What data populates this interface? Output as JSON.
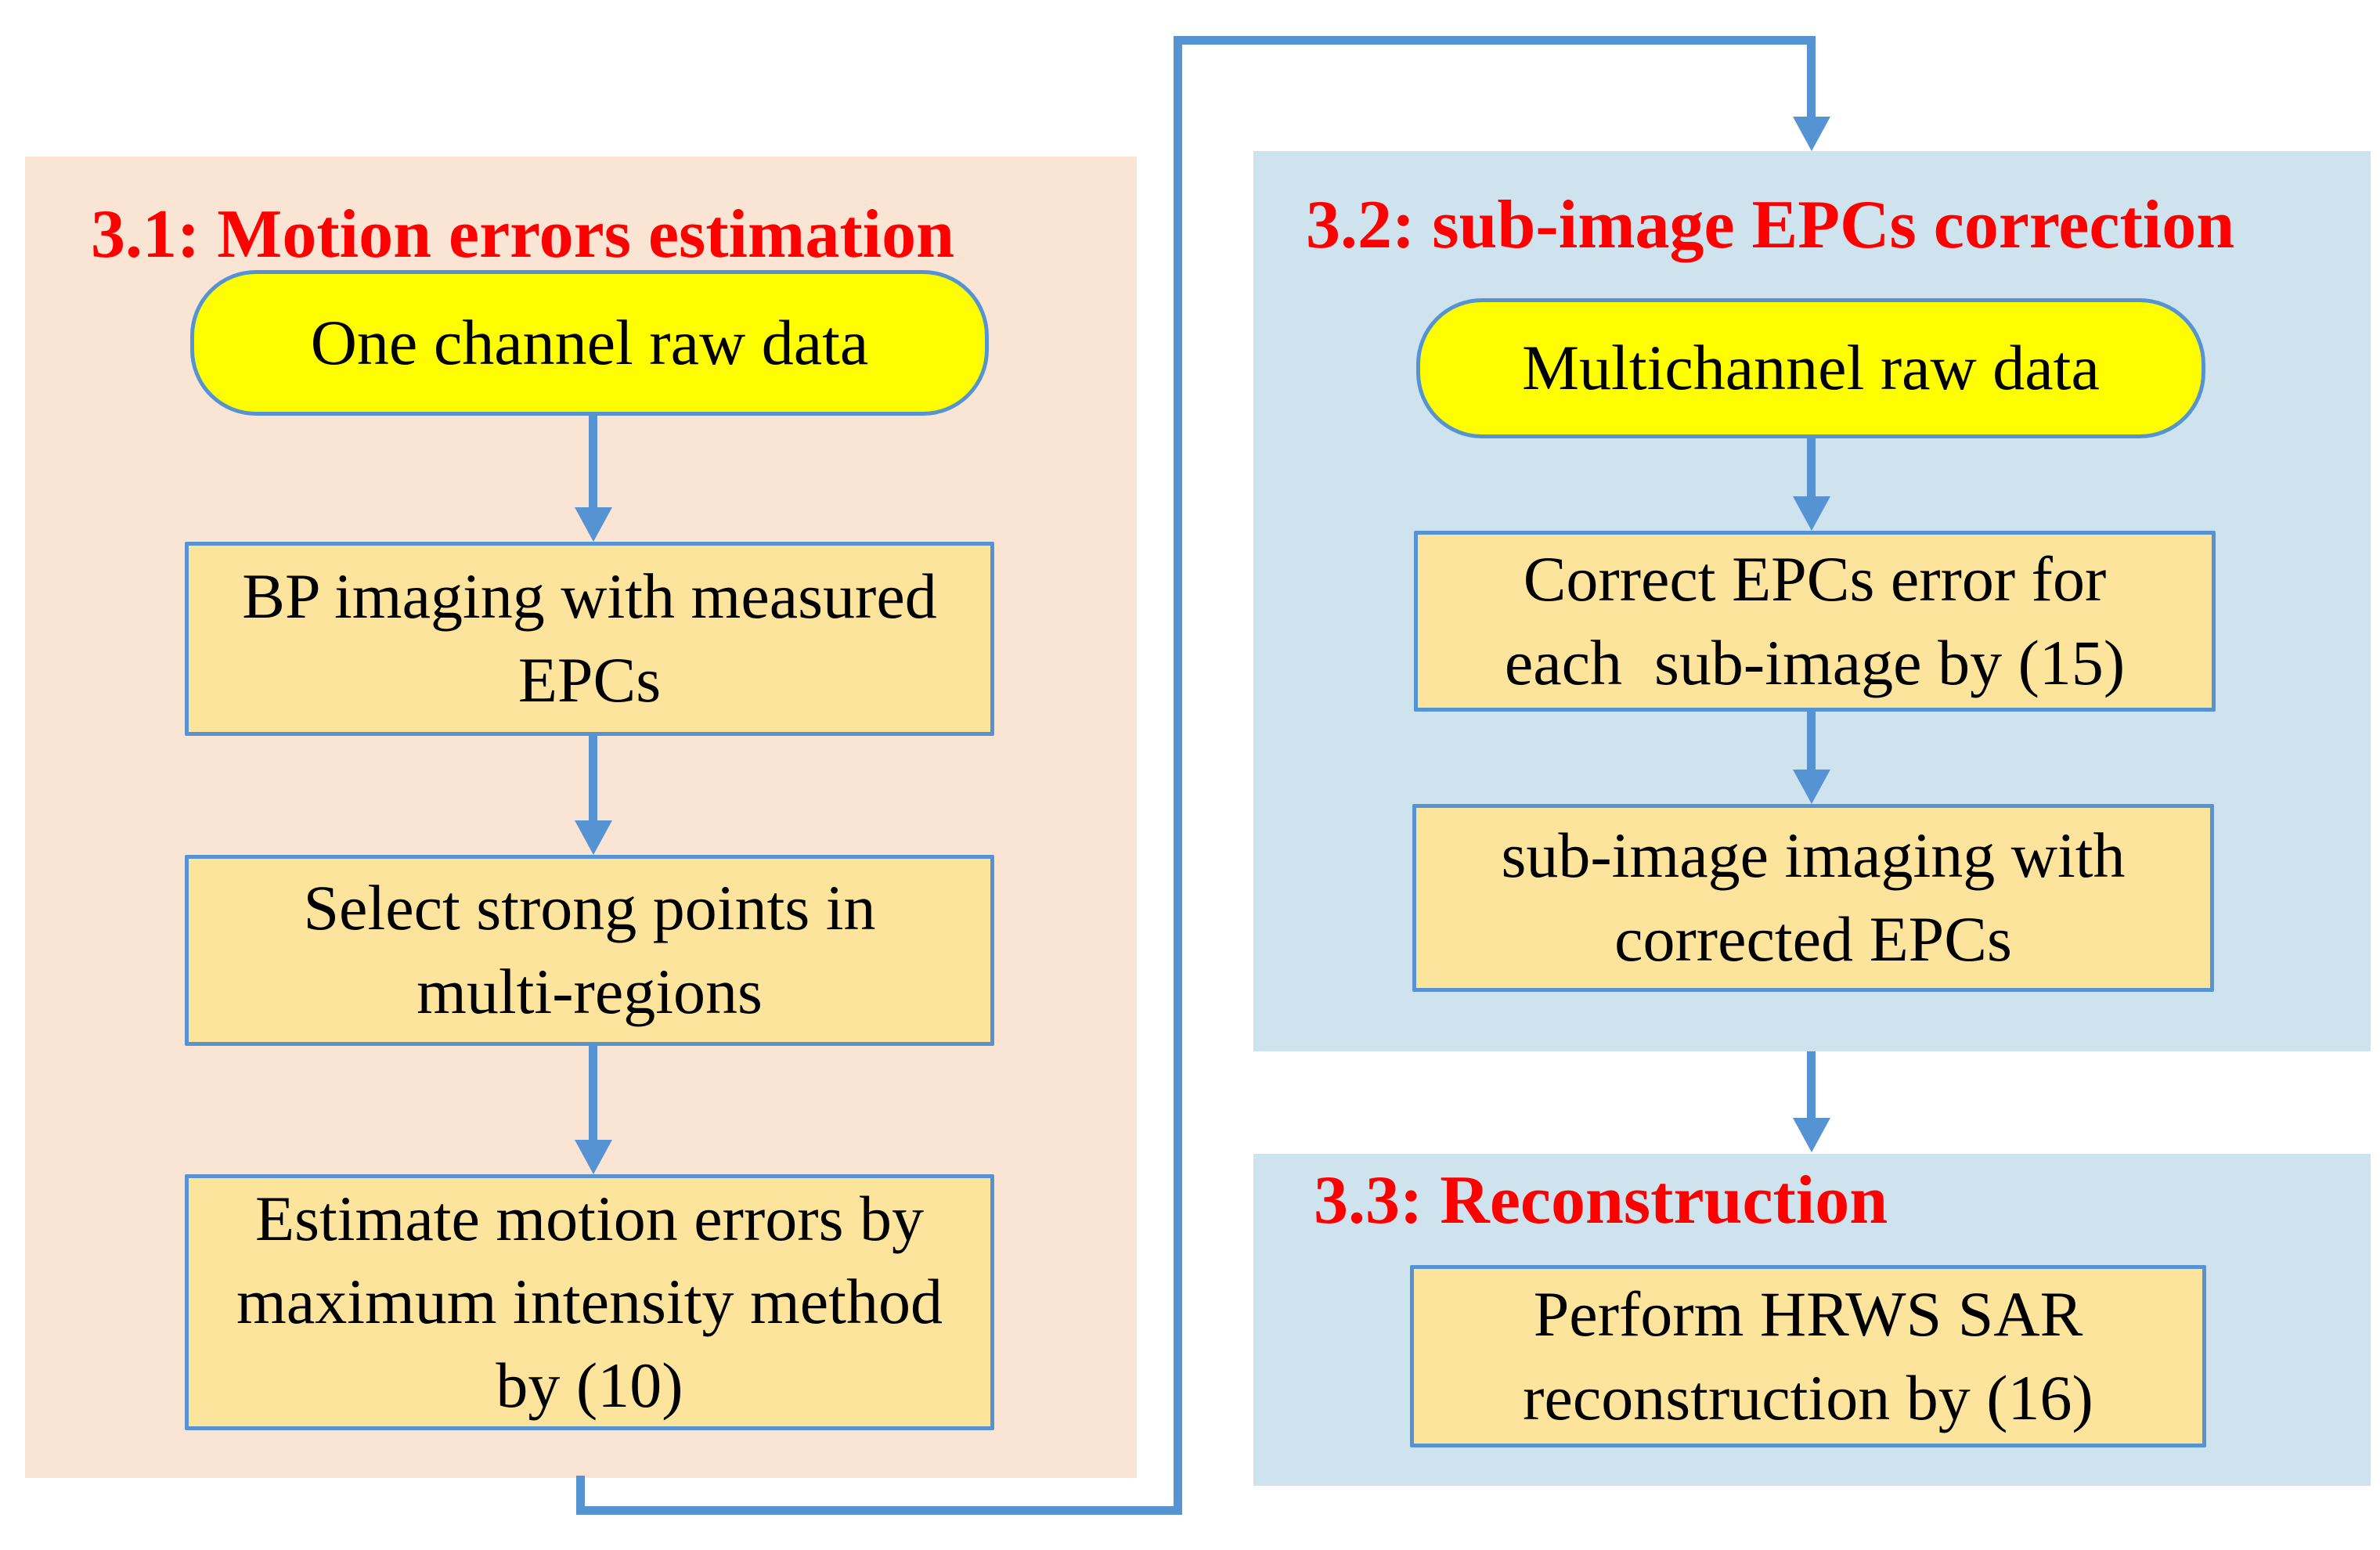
{
  "figure": {
    "type": "flowchart",
    "description_visible_text_only": true
  },
  "colors": {
    "accent": "#5693D3",
    "panel_peach": "#FAE4D4",
    "panel_blue": "#CFE3EE",
    "box_tan": "#FCE49C",
    "box_yellow": "#FEFE00",
    "title_red": "#FF0000",
    "text_black": "#000000",
    "page_bg": "#FFFFFF"
  },
  "sections": {
    "motion": {
      "title": "3.1: Motion errors estimation"
    },
    "correction": {
      "title": "3.2: sub-image EPCs correction"
    },
    "reconstruction": {
      "title": "3.3: Reconstruction"
    }
  },
  "nodes": {
    "one_channel": "One channel raw data",
    "bp_imaging": "BP imaging with measured\nEPCs",
    "select_points": "Select strong points in\nmulti-regions",
    "estimate_errors": "Estimate motion errors by\nmaximum intensity method\nby (10)",
    "multichannel": "Multichannel raw data",
    "correct_epcs": "Correct EPCs error for\neach  sub-image by (15)",
    "subimage_imaging": "sub-image imaging with\ncorrected EPCs",
    "perform_reconstruction": "Perform HRWS SAR\nreconstruction by (16)"
  }
}
